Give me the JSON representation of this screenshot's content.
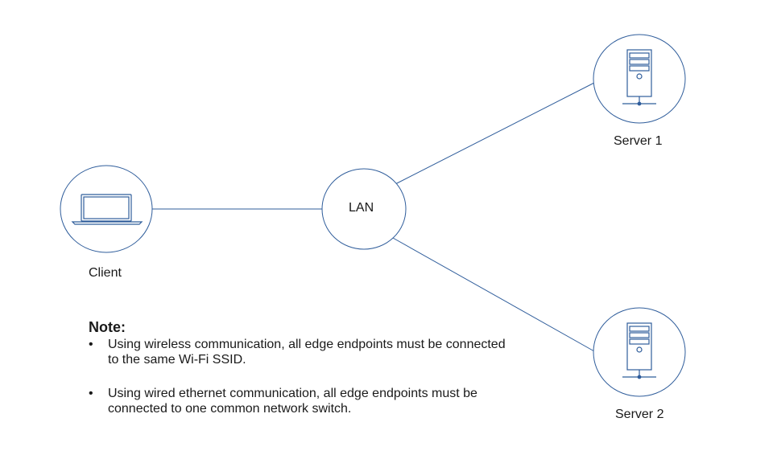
{
  "diagram": {
    "nodes": {
      "client": {
        "label": "Client",
        "icon": "laptop-icon"
      },
      "lan": {
        "label": "LAN"
      },
      "server1": {
        "label": "Server 1",
        "icon": "server-tower-icon"
      },
      "server2": {
        "label": "Server 2",
        "icon": "server-tower-icon"
      }
    },
    "colors": {
      "stroke": "#2f5d9b",
      "text": "#1a1a1a",
      "background": "#ffffff"
    }
  },
  "note": {
    "title": "Note:",
    "bullet": "•",
    "items": [
      "Using wireless communication, all edge endpoints must be connected to the same Wi-Fi SSID.",
      "Using wired ethernet communication, all edge endpoints must be connected to one common network switch."
    ]
  }
}
